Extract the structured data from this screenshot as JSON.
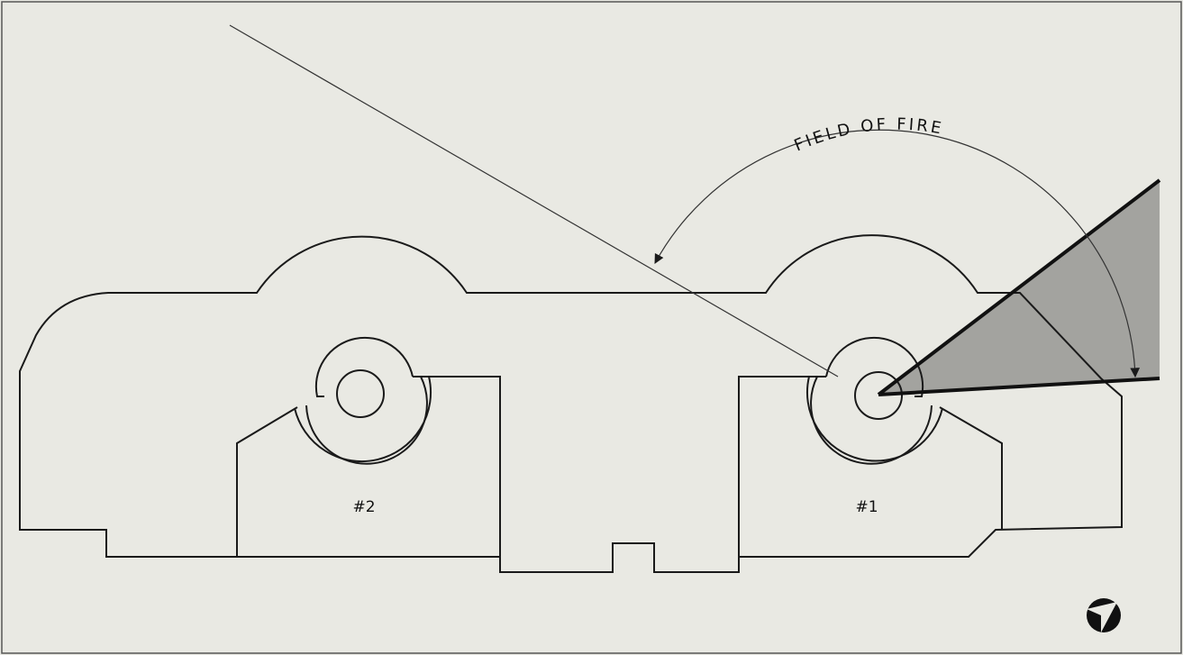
{
  "diagram": {
    "field_of_fire_label": "FIELD OF FIRE",
    "gun_labels": {
      "gun1": "#1",
      "gun2": "#2"
    },
    "colors": {
      "background": "#e9e9e3",
      "line": "#1a1a1a",
      "field_of_fire_fill": "#a3a39f",
      "compass_symbol": "#111111"
    },
    "compass_icon": "north-arrow-icon"
  }
}
